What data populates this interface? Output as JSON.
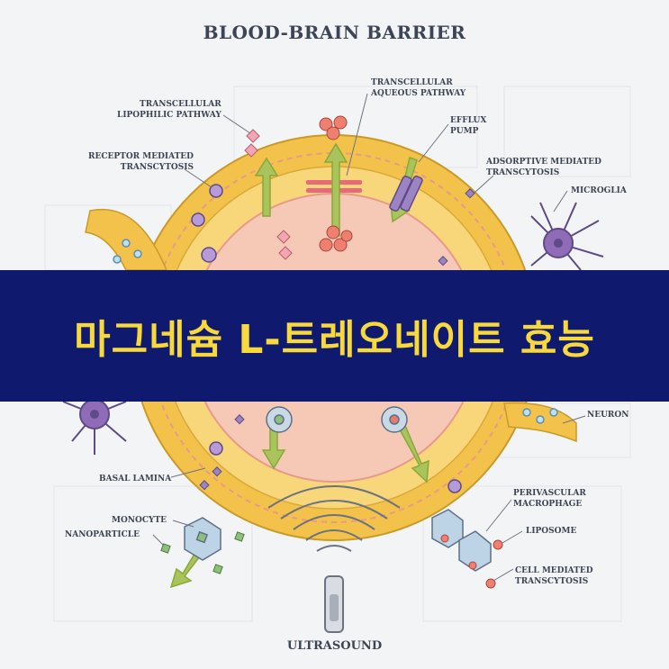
{
  "title": "BLOOD-BRAIN BARRIER",
  "labels": {
    "transcellular_lipophilic": [
      "TRANSCELLULAR",
      "LIPOPHILIC PATHWAY"
    ],
    "transcellular_aqueous": [
      "TRANSCELLULAR",
      "AQUEOUS PATHWAY"
    ],
    "efflux_pump": [
      "EFFLUX",
      "PUMP"
    ],
    "receptor_mediated": [
      "RECEPTOR MEDIATED",
      "TRANSCYTOSIS"
    ],
    "adsorptive_mediated": [
      "ADSORPTIVE MEDIATED",
      "TRANSCYTOSIS"
    ],
    "microglia": "MICROGLIA",
    "neuron": "NEURON",
    "basal_lamina": "BASAL LAMINA",
    "monocyte": "MONOCYTE",
    "nanoparticle": "NANOPARTICLE",
    "perivascular_macrophage": [
      "PERIVASCULAR",
      "MACROPHAGE"
    ],
    "liposome": "LIPOSOME",
    "cell_mediated": [
      "CELL MEDIATED",
      "TRANSCYTOSIS"
    ],
    "ultrasound": "ULTRASOUND"
  },
  "banner": {
    "text": "마그네슘 L-트레오네이트 효능",
    "background": "#0f1a6e",
    "color": "#f7d93e"
  },
  "colors": {
    "vessel_wall": "#f3c24a",
    "vessel_lumen": "#f6c9b6",
    "membrane": "#e89a8a",
    "arrow": "#a9c45c",
    "cell_purple": "#7d5aa6",
    "cell_red": "#e47a70",
    "monocyte_blue": "#a7c4dc",
    "text": "#3c4555"
  }
}
